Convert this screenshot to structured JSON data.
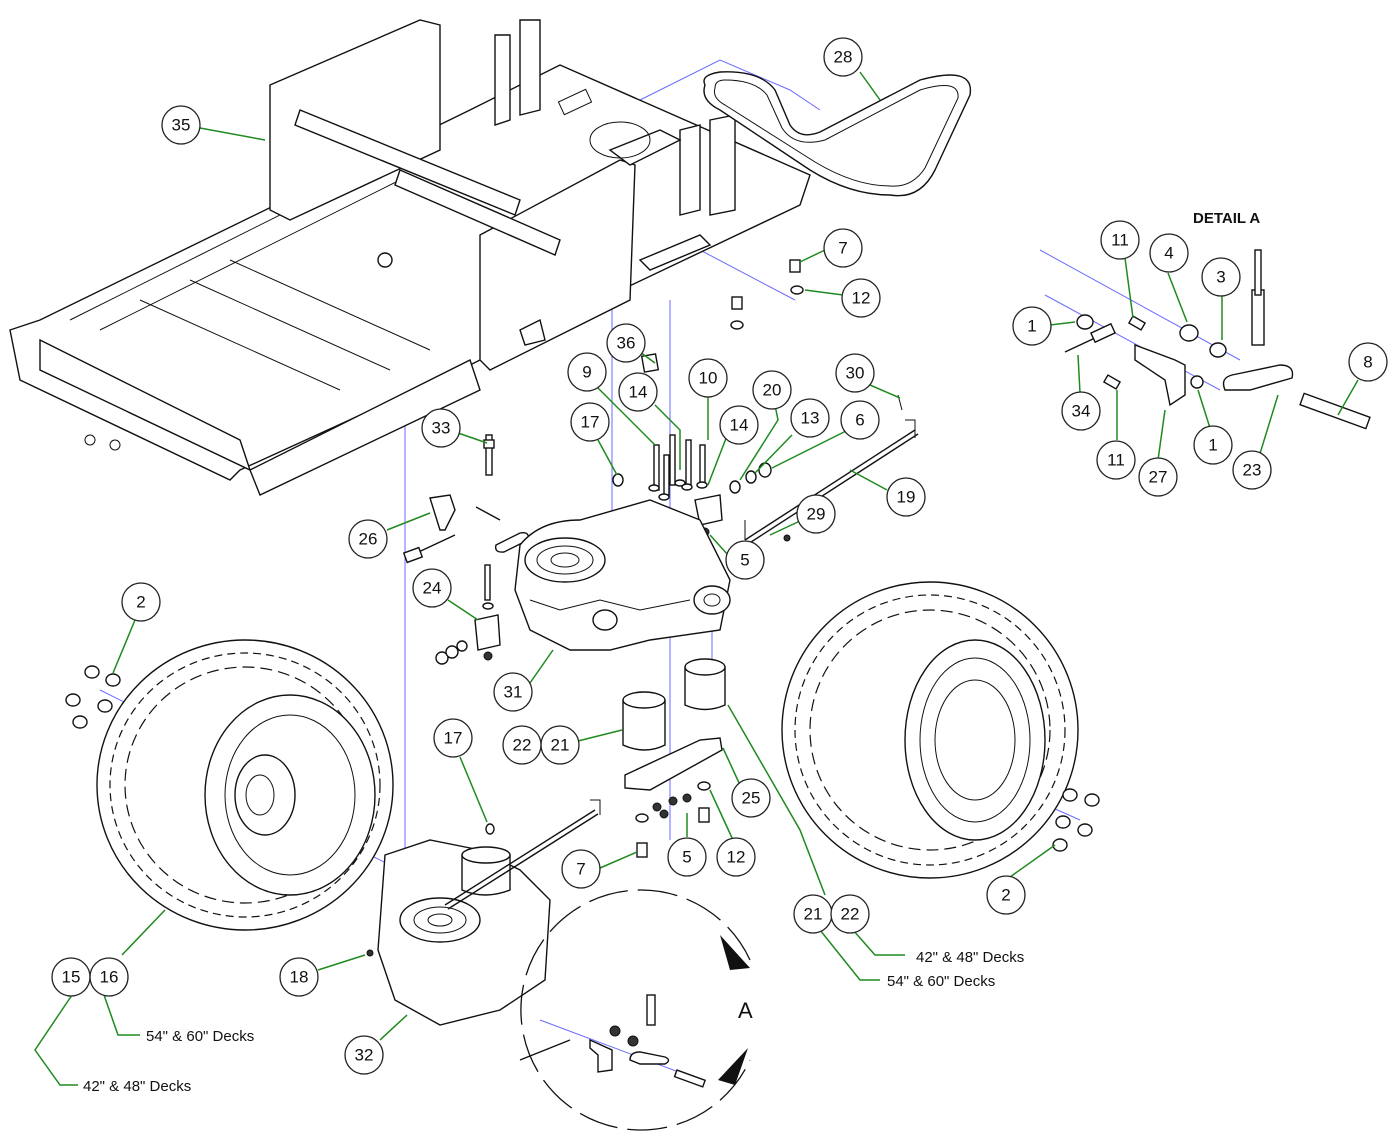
{
  "diagram": {
    "type": "exploded-parts-view",
    "detail_title": "DETAIL A",
    "view_marker_letter": "A",
    "callouts": [
      {
        "id": "c35",
        "label": "35"
      },
      {
        "id": "c28",
        "label": "28"
      },
      {
        "id": "c7a",
        "label": "7"
      },
      {
        "id": "c12a",
        "label": "12"
      },
      {
        "id": "c36",
        "label": "36"
      },
      {
        "id": "c9",
        "label": "9"
      },
      {
        "id": "c14a",
        "label": "14"
      },
      {
        "id": "c10",
        "label": "10"
      },
      {
        "id": "c14b",
        "label": "14"
      },
      {
        "id": "c20",
        "label": "20"
      },
      {
        "id": "c13",
        "label": "13"
      },
      {
        "id": "c6",
        "label": "6"
      },
      {
        "id": "c30",
        "label": "30"
      },
      {
        "id": "c17a",
        "label": "17"
      },
      {
        "id": "c33",
        "label": "33"
      },
      {
        "id": "c19",
        "label": "19"
      },
      {
        "id": "c26",
        "label": "26"
      },
      {
        "id": "c29",
        "label": "29"
      },
      {
        "id": "c5a",
        "label": "5"
      },
      {
        "id": "c24",
        "label": "24"
      },
      {
        "id": "c31",
        "label": "31"
      },
      {
        "id": "c2a",
        "label": "2"
      },
      {
        "id": "c22a",
        "label": "22"
      },
      {
        "id": "c21a",
        "label": "21"
      },
      {
        "id": "c25",
        "label": "25"
      },
      {
        "id": "c17b",
        "label": "17"
      },
      {
        "id": "c7b",
        "label": "7"
      },
      {
        "id": "c5b",
        "label": "5"
      },
      {
        "id": "c12b",
        "label": "12"
      },
      {
        "id": "c2b",
        "label": "2"
      },
      {
        "id": "c21b",
        "label": "21"
      },
      {
        "id": "c22b",
        "label": "22"
      },
      {
        "id": "c15",
        "label": "15"
      },
      {
        "id": "c16",
        "label": "16"
      },
      {
        "id": "c18",
        "label": "18"
      },
      {
        "id": "c32",
        "label": "32"
      },
      {
        "id": "d11a",
        "label": "11"
      },
      {
        "id": "d4",
        "label": "4"
      },
      {
        "id": "d3",
        "label": "3"
      },
      {
        "id": "d1a",
        "label": "1"
      },
      {
        "id": "d8",
        "label": "8"
      },
      {
        "id": "d34",
        "label": "34"
      },
      {
        "id": "d11b",
        "label": "11"
      },
      {
        "id": "d27",
        "label": "27"
      },
      {
        "id": "d1b",
        "label": "1"
      },
      {
        "id": "d23",
        "label": "23"
      }
    ],
    "notes": {
      "wheels_54_60": "54\" & 60\" Decks",
      "wheels_42_48": "42\" & 48\" Decks",
      "bumpers_42_48": "42\" & 48\" Decks",
      "bumpers_54_60": "54\" & 60\" Decks"
    },
    "colors": {
      "leader": "#1f8a1f",
      "axis": "#6a6aff",
      "outline": "#111111",
      "background": "#ffffff"
    }
  }
}
